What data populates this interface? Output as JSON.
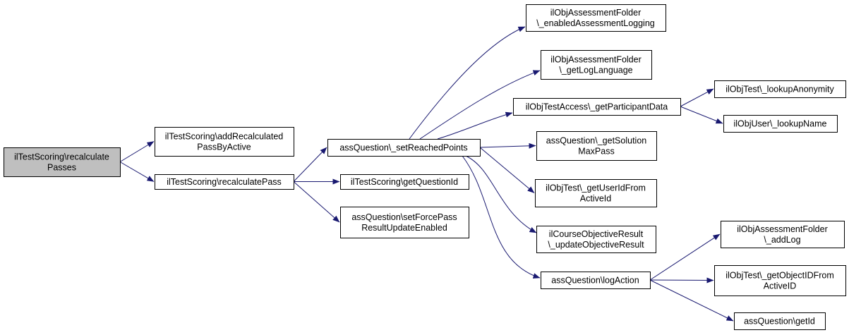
{
  "graph": {
    "nodes": [
      {
        "id": "root",
        "lines": [
          "ilTestScoring\\recalculate",
          "Passes"
        ],
        "highlight": true
      },
      {
        "id": "add_recalc",
        "lines": [
          "ilTestScoring\\addRecalculated",
          "PassByActive"
        ]
      },
      {
        "id": "recalc_pass",
        "lines": [
          "ilTestScoring\\recalculatePass"
        ]
      },
      {
        "id": "set_reached",
        "lines": [
          "assQuestion\\_setReachedPoints"
        ]
      },
      {
        "id": "get_qid",
        "lines": [
          "ilTestScoring\\getQuestionId"
        ]
      },
      {
        "id": "force_pass",
        "lines": [
          "assQuestion\\setForcePass",
          "ResultUpdateEnabled"
        ]
      },
      {
        "id": "enabled_log",
        "lines": [
          "ilObjAssessmentFolder",
          "\\_enabledAssessmentLogging"
        ]
      },
      {
        "id": "get_lang",
        "lines": [
          "ilObjAssessmentFolder",
          "\\_getLogLanguage"
        ]
      },
      {
        "id": "participant",
        "lines": [
          "ilObjTestAccess\\_getParticipantData"
        ]
      },
      {
        "id": "solution_max",
        "lines": [
          "assQuestion\\_getSolution",
          "MaxPass"
        ]
      },
      {
        "id": "userid_active",
        "lines": [
          "ilObjTest\\_getUserIdFrom",
          "ActiveId"
        ]
      },
      {
        "id": "update_obj",
        "lines": [
          "ilCourseObjectiveResult",
          "\\_updateObjectiveResult"
        ]
      },
      {
        "id": "log_action",
        "lines": [
          "assQuestion\\logAction"
        ]
      },
      {
        "id": "lookup_anon",
        "lines": [
          "ilObjTest\\_lookupAnonymity"
        ]
      },
      {
        "id": "lookup_name",
        "lines": [
          "ilObjUser\\_lookupName"
        ]
      },
      {
        "id": "add_log",
        "lines": [
          "ilObjAssessmentFolder",
          "\\_addLog"
        ]
      },
      {
        "id": "objid_active",
        "lines": [
          "ilObjTest\\_getObjectIDFrom",
          "ActiveID"
        ]
      },
      {
        "id": "get_id",
        "lines": [
          "assQuestion\\getId"
        ]
      }
    ],
    "edges": [
      {
        "from": "root",
        "to": "add_recalc"
      },
      {
        "from": "root",
        "to": "recalc_pass"
      },
      {
        "from": "recalc_pass",
        "to": "set_reached"
      },
      {
        "from": "recalc_pass",
        "to": "get_qid"
      },
      {
        "from": "recalc_pass",
        "to": "force_pass"
      },
      {
        "from": "set_reached",
        "to": "enabled_log"
      },
      {
        "from": "set_reached",
        "to": "get_lang"
      },
      {
        "from": "set_reached",
        "to": "participant"
      },
      {
        "from": "set_reached",
        "to": "solution_max"
      },
      {
        "from": "set_reached",
        "to": "userid_active"
      },
      {
        "from": "set_reached",
        "to": "update_obj"
      },
      {
        "from": "set_reached",
        "to": "log_action"
      },
      {
        "from": "participant",
        "to": "lookup_anon"
      },
      {
        "from": "participant",
        "to": "lookup_name"
      },
      {
        "from": "log_action",
        "to": "add_log"
      },
      {
        "from": "log_action",
        "to": "objid_active"
      },
      {
        "from": "log_action",
        "to": "get_id"
      }
    ],
    "colors": {
      "edge": "#191970",
      "node_border": "#000000",
      "node_fill": "#ffffff",
      "root_fill": "#bfbfbf"
    }
  }
}
